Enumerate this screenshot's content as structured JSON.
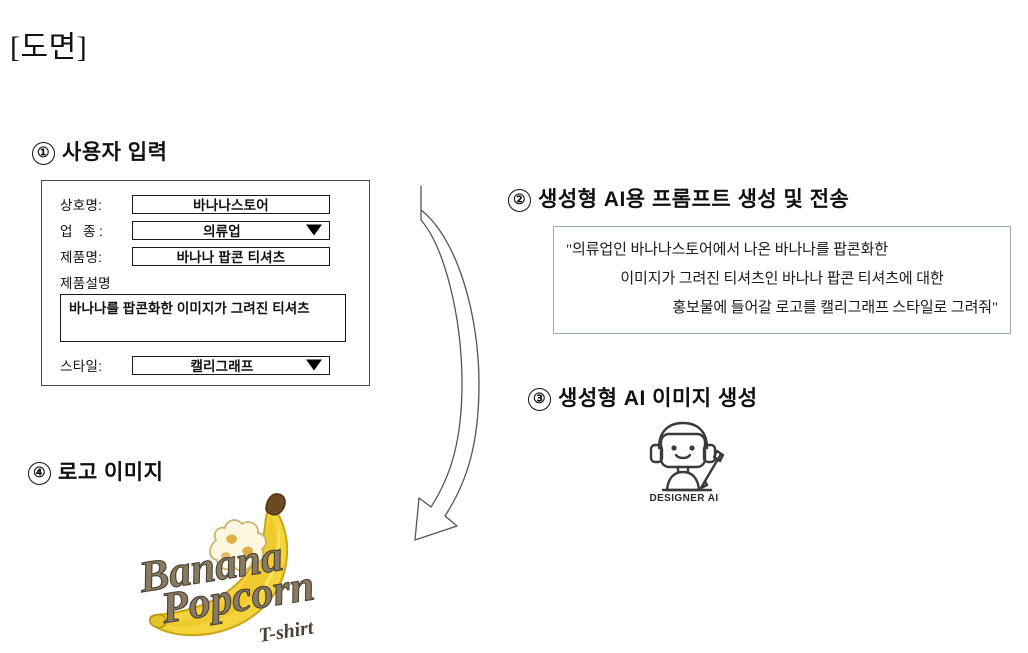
{
  "document": {
    "title": "[도면]"
  },
  "sections": [
    {
      "number": "①",
      "title": "사용자 입력"
    },
    {
      "number": "②",
      "title": "생성형 AI용 프롬프트 생성 및 전송"
    },
    {
      "number": "③",
      "title": "생성형 AI 이미지 생성"
    },
    {
      "number": "④",
      "title": "로고 이미지"
    }
  ],
  "input_form": {
    "fields": [
      {
        "label": "상호명:",
        "value": "바나나스토어",
        "type": "text"
      },
      {
        "label": "업  종:",
        "value": "의류업",
        "type": "select"
      },
      {
        "label": "제품명:",
        "value": "바나나 팝콘 티셔츠",
        "type": "text"
      }
    ],
    "description": {
      "label": "제품설명",
      "value": "바나나를 팝콘화한 이미지가 그려진 티셔츠"
    },
    "style": {
      "label": "스타일:",
      "value": "캘리그래프",
      "type": "select"
    }
  },
  "prompt": {
    "lines": [
      "\"의류업인 바나나스토어에서 나온 바나나를 팝콘화한",
      "이미지가 그려진 티셔츠인 바나나 팝콘 티셔츠에 대한",
      "홍보물에 들어갈 로고를 캘리그래프 스타일로 그려줘\""
    ],
    "border_color": "#9aa9c4"
  },
  "designer_ai": {
    "label": "DESIGNER AI",
    "icon": "robot-designer-icon",
    "stroke_color": "#3a3a3a"
  },
  "logo": {
    "alt": "banana-popcorn-tshirt-logo",
    "script_text_1": "Banana",
    "script_text_2": "Popcorn",
    "script_text_3": "T-shirt",
    "banana_color": "#f5d33a",
    "banana_shadow": "#e0b81f",
    "popcorn_color": "#fdf6e0",
    "popcorn_accent": "#d9a93a",
    "stem_color": "#6b4a22",
    "script_color": "#8a7a62"
  },
  "arrow": {
    "name": "flow-arrow",
    "direction": "down-left",
    "stroke_color": "#555555"
  }
}
